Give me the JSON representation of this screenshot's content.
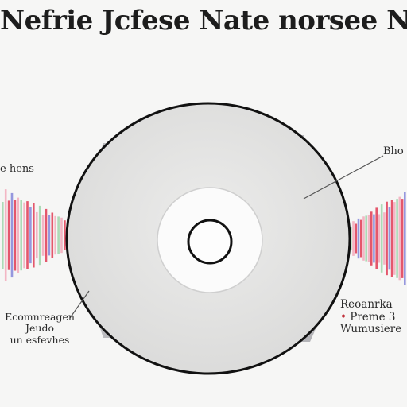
{
  "title": "Nefrie Jcfese Nate norsee N",
  "labels": {
    "left_top": "e hens",
    "left_bottom": [
      "Ecomnreagen",
      "Jeudo",
      "un esfevhes"
    ],
    "right_top": "Bho",
    "right_bottom": [
      "Reoanrka",
      "Preme 3",
      "Wumusiere"
    ]
  },
  "colors": {
    "disc": "#e3e3e2",
    "disc_outline": "#111111",
    "rim_shadow": "#b9b9bc",
    "wave_red": "#e0304a",
    "wave_pink": "#f2a6b8",
    "wave_blue": "#7d7fd8",
    "wave_green": "#9ad3a6"
  }
}
